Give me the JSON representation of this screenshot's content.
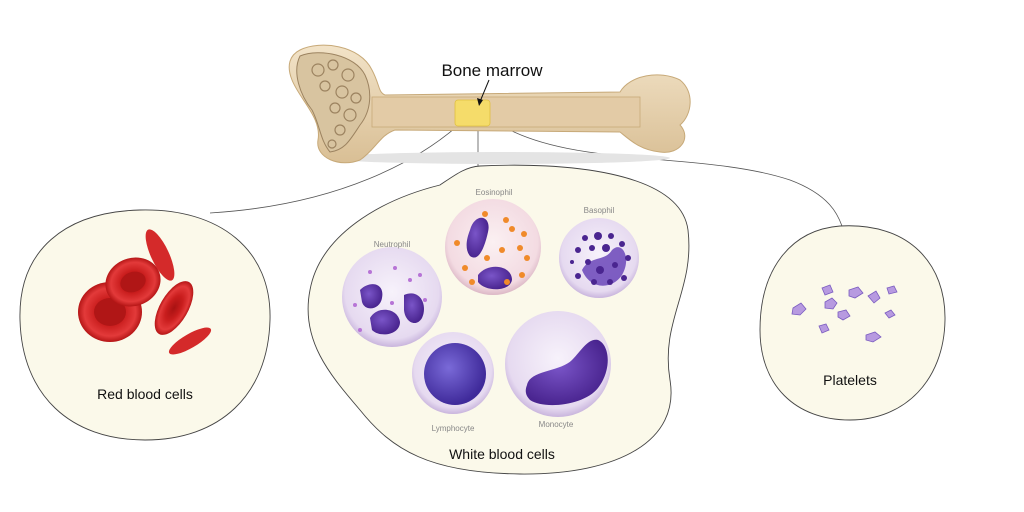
{
  "bone": {
    "label": "Bone marrow"
  },
  "groups": {
    "red": {
      "label": "Red blood cells"
    },
    "white": {
      "label": "White blood cells"
    },
    "platelets": {
      "label": "Platelets"
    }
  },
  "white_cells": {
    "neutrophil": "Neutrophil",
    "eosinophil": "Eosinophil",
    "basophil": "Basophil",
    "lymphocyte": "Lymphocyte",
    "monocyte": "Monocyte"
  },
  "colors": {
    "blob_fill": "#fbf9ea",
    "rbc": "#d42a2a",
    "nucleus": "#5b2ea0",
    "marrow": "#f5dc6a",
    "bone": "#e8d3b0"
  }
}
